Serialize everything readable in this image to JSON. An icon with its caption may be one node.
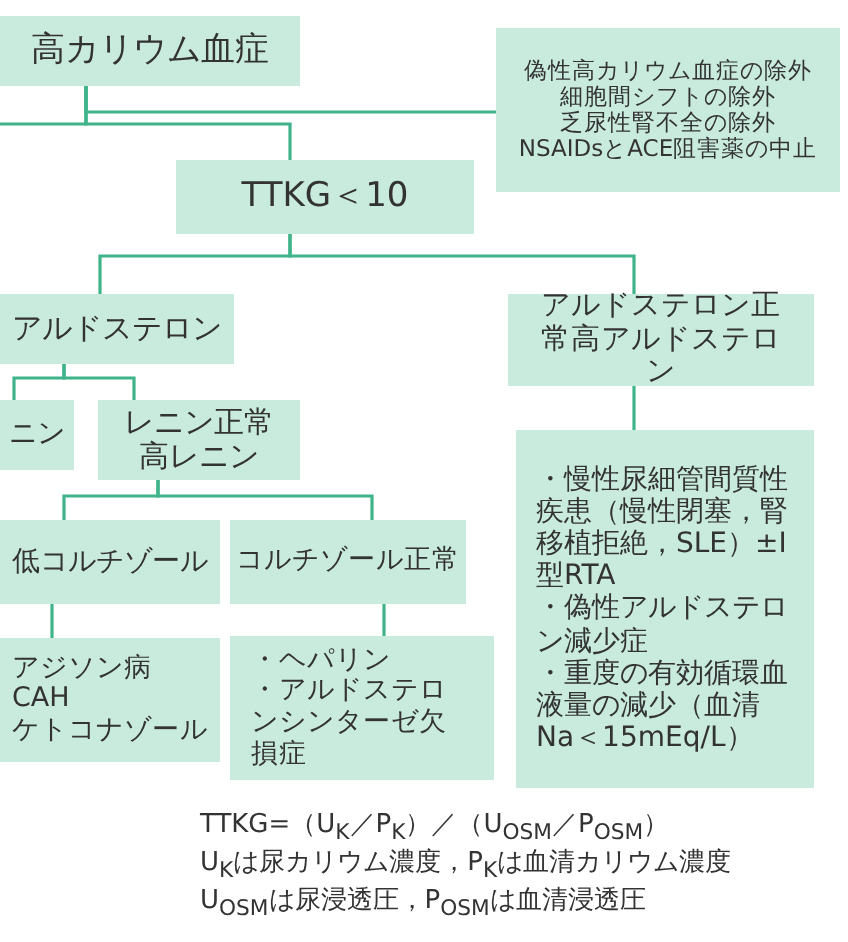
{
  "diagram": {
    "nodes": [
      {
        "text": [
          "高カリウム血症"
        ]
      },
      {
        "text": [
          "偽性高カリウム血症の除外",
          "細胞間シフトの除外",
          "乏尿性腎不全の除外",
          "NSAIDsとACE阻害薬の中止"
        ]
      },
      {
        "text": [
          "TTKG＜10"
        ]
      },
      {
        "text": [
          "アルドステロン"
        ]
      },
      {
        "text": [
          "アルドステロン正常高アルドステロン"
        ]
      },
      {
        "text": [
          "ニン"
        ]
      },
      {
        "text": [
          "レニン正常高レニン"
        ]
      },
      {
        "text": [
          "低コルチゾール"
        ]
      },
      {
        "text": [
          "コルチゾール正常"
        ]
      },
      {
        "text": [
          "アジソン病",
          "CAH",
          "ケトコナゾール"
        ]
      },
      {
        "text": [
          "・ヘパリン",
          "・アルドステロンシンターゼ欠損症"
        ]
      },
      {
        "text": [
          "・慢性尿細管間質性疾患（慢性閉塞，腎移植拒絶，SLE）±I型RTA",
          "・偽性アルドステロン減少症",
          "・重度の有効循環血液量の減少（血清Na＜15mEq/L）"
        ]
      }
    ],
    "edges": [
      {
        "from": 0,
        "to": 1,
        "arrow": "none"
      },
      {
        "from": 0,
        "to": 2,
        "arrow": "none"
      },
      {
        "from": 0,
        "to": null,
        "arrow": "none"
      },
      {
        "from": 2,
        "to": 3,
        "arrow": "none"
      },
      {
        "from": 2,
        "to": 4,
        "arrow": "none"
      },
      {
        "from": 3,
        "to": 5,
        "arrow": "none"
      },
      {
        "from": 3,
        "to": 6,
        "arrow": "none"
      },
      {
        "from": 6,
        "to": 7,
        "arrow": "none"
      },
      {
        "from": 6,
        "to": 8,
        "arrow": "none"
      },
      {
        "from": 7,
        "to": 9,
        "arrow": "none"
      },
      {
        "from": 8,
        "to": 10,
        "arrow": "none"
      },
      {
        "from": 4,
        "to": 11,
        "arrow": "none"
      }
    ],
    "labels": [
      "TTKG=（U$_{K}$／P$_{K}$）／（U$_{OSM}$／P$_{OSM}$）",
      "U$_{K}$は尿カリウム濃度，P$_{K}$は血清カリウム濃度",
      "U$_{OSM}$は尿浸透圧，P$_{OSM}$は血清浸透圧"
    ]
  }
}
